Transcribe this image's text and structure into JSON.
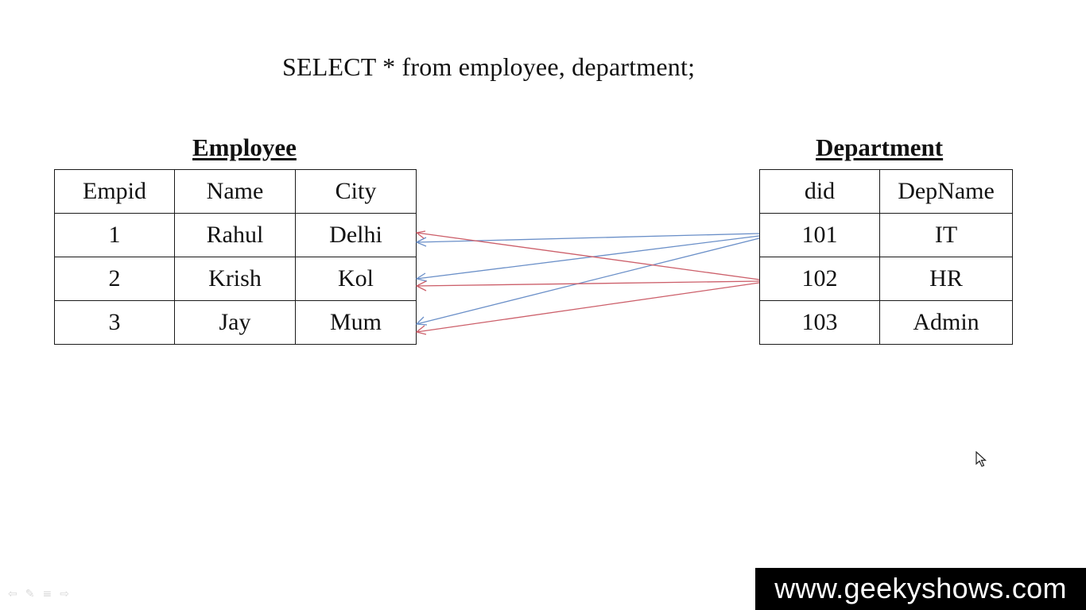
{
  "query": "SELECT * from employee, department;",
  "employee": {
    "title": "Employee",
    "headers": [
      "Empid",
      "Name",
      "City"
    ],
    "rows": [
      [
        "1",
        "Rahul",
        "Delhi"
      ],
      [
        "2",
        "Krish",
        "Kol"
      ],
      [
        "3",
        "Jay",
        "Mum"
      ]
    ]
  },
  "department": {
    "title": "Department",
    "headers": [
      "did",
      "DepName"
    ],
    "rows": [
      [
        "101",
        "IT"
      ],
      [
        "102",
        "HR"
      ],
      [
        "103",
        "Admin"
      ]
    ]
  },
  "arrow_colors": {
    "from_101": "#6a8fc8",
    "from_102": "#cc5f6a"
  },
  "watermark": "www.geekyshows.com",
  "nav_icons": [
    "arrow-left-icon",
    "pen-icon",
    "menu-icon",
    "arrow-right-icon"
  ]
}
